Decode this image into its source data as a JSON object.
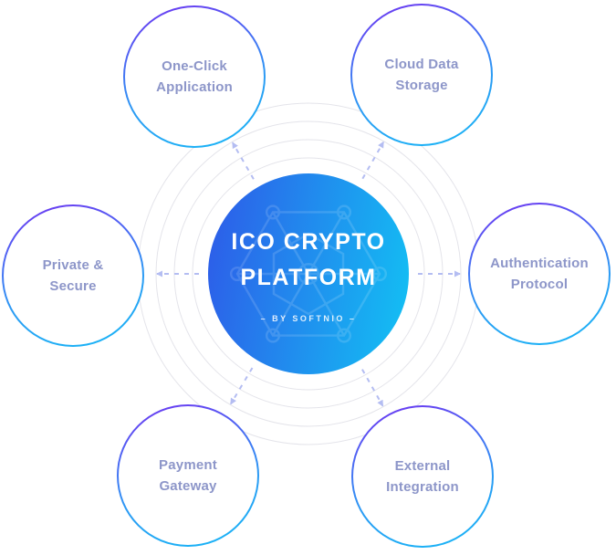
{
  "diagram": {
    "center": {
      "title_line1": "ICO CRYPTO",
      "title_line2": "PLATFORM",
      "subtitle": "– BY SOFTNIO –",
      "gradient_start": "#2e59e8",
      "gradient_end": "#12c3f4",
      "icon": "hexagon-network-icon"
    },
    "satellites": [
      {
        "name": "one-click-application",
        "line1": "One-Click",
        "line2": "Application"
      },
      {
        "name": "cloud-data-storage",
        "line1": "Cloud Data",
        "line2": "Storage"
      },
      {
        "name": "private-and-secure",
        "line1": "Private &",
        "line2": "Secure"
      },
      {
        "name": "authentication-protocol",
        "line1": "Authentication",
        "line2": "Protocol"
      },
      {
        "name": "payment-gateway",
        "line1": "Payment",
        "line2": "Gateway"
      },
      {
        "name": "external-integration",
        "line1": "External",
        "line2": "Integration"
      }
    ],
    "colors": {
      "label": "#8d96c9",
      "orbit_ring": "#e4e4ea",
      "connector": "#b4bdf2",
      "satellite_border_start": "#7131f2",
      "satellite_border_end": "#17b7f6"
    }
  }
}
